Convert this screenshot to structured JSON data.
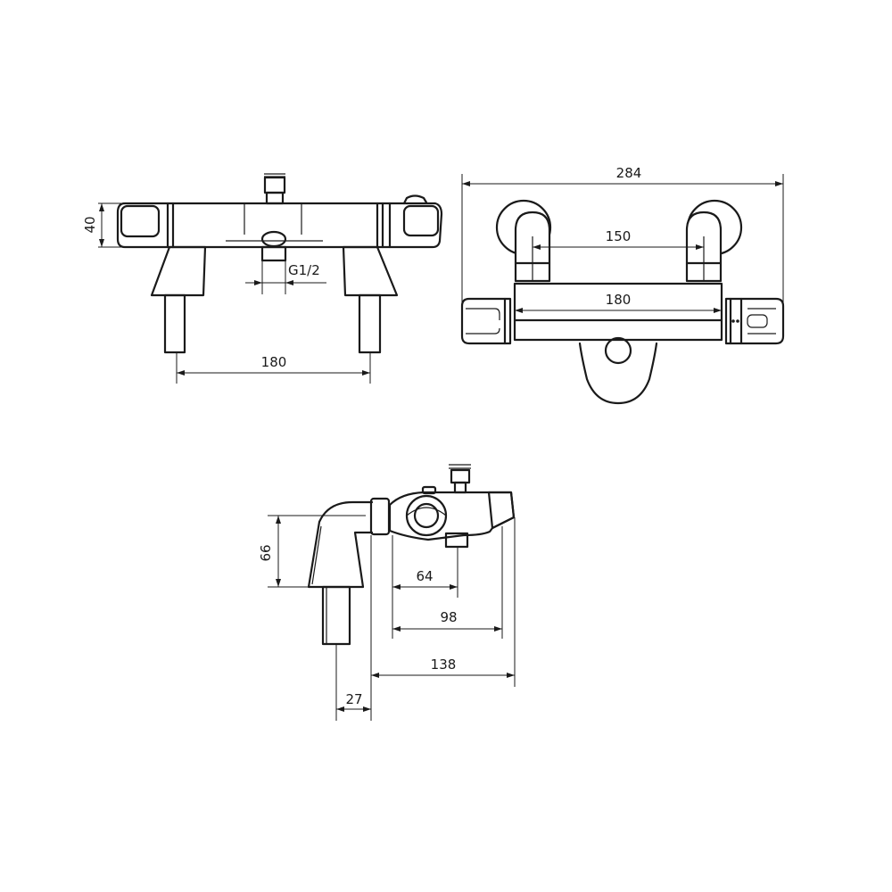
{
  "drawing": {
    "type": "technical dimension drawing - thermostatic bath/shower mixer",
    "front_view": {
      "dimensions": {
        "height": "40",
        "outlet_thread": "G1/2",
        "leg_spacing": "180"
      }
    },
    "top_view": {
      "dimensions": {
        "overall_width": "284",
        "inlet_centers": "150",
        "body_length": "180"
      }
    },
    "side_view": {
      "dimensions": {
        "leg_height": "66",
        "to_outlet": "64",
        "to_spout_tip": "98",
        "total_depth": "138",
        "leg_offset": "27"
      }
    }
  }
}
